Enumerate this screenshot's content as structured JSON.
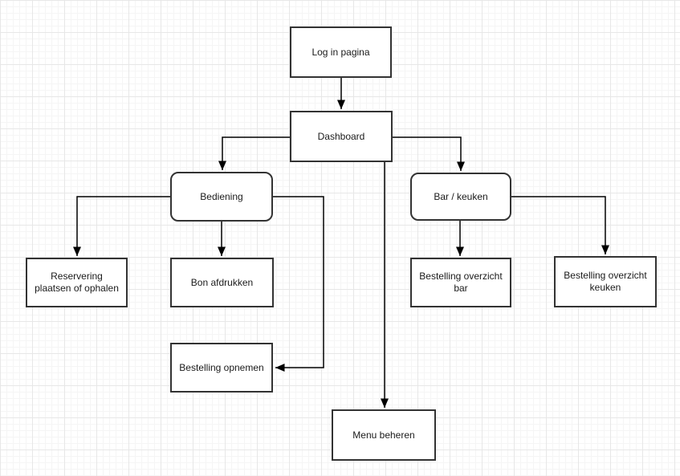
{
  "diagram": {
    "type": "flowchart",
    "description": "Sitemap / navigation flowchart of a restaurant ordering system (Dutch labels) on a draw.io-style grid canvas",
    "nodes": [
      {
        "id": "login",
        "label": "Log in pagina",
        "shape": "rectangle"
      },
      {
        "id": "dashboard",
        "label": "Dashboard",
        "shape": "rectangle"
      },
      {
        "id": "bediening",
        "label": "Bediening",
        "shape": "rounded-rectangle"
      },
      {
        "id": "bar-keuken",
        "label": "Bar / keuken",
        "shape": "rounded-rectangle"
      },
      {
        "id": "reservering",
        "label": "Reservering plaatsen of ophalen",
        "shape": "rectangle"
      },
      {
        "id": "bon-afdrukken",
        "label": "Bon afdrukken",
        "shape": "rectangle"
      },
      {
        "id": "bestelling-opnemen",
        "label": "Bestelling opnemen",
        "shape": "rectangle"
      },
      {
        "id": "overzicht-bar",
        "label": "Bestelling overzicht bar",
        "shape": "rectangle"
      },
      {
        "id": "overzicht-keuken",
        "label": "Bestelling overzicht keuken",
        "shape": "rectangle"
      },
      {
        "id": "menu-beheren",
        "label": "Menu beheren",
        "shape": "rectangle"
      }
    ],
    "edges": [
      {
        "from": "login",
        "to": "dashboard"
      },
      {
        "from": "dashboard",
        "to": "bediening"
      },
      {
        "from": "dashboard",
        "to": "bar-keuken"
      },
      {
        "from": "dashboard",
        "to": "menu-beheren"
      },
      {
        "from": "bediening",
        "to": "reservering"
      },
      {
        "from": "bediening",
        "to": "bon-afdrukken"
      },
      {
        "from": "bediening",
        "to": "bestelling-opnemen"
      },
      {
        "from": "bar-keuken",
        "to": "overzicht-bar"
      },
      {
        "from": "bar-keuken",
        "to": "overzicht-keuken"
      }
    ],
    "colors": {
      "canvas_background": "#ffffff",
      "grid_minor": "#f5f5f5",
      "grid_major": "#e7e7e7",
      "shape_fill": "#ffffff",
      "shape_stroke": "#333333",
      "connector": "#000000",
      "text": "#1a1a1a"
    }
  }
}
